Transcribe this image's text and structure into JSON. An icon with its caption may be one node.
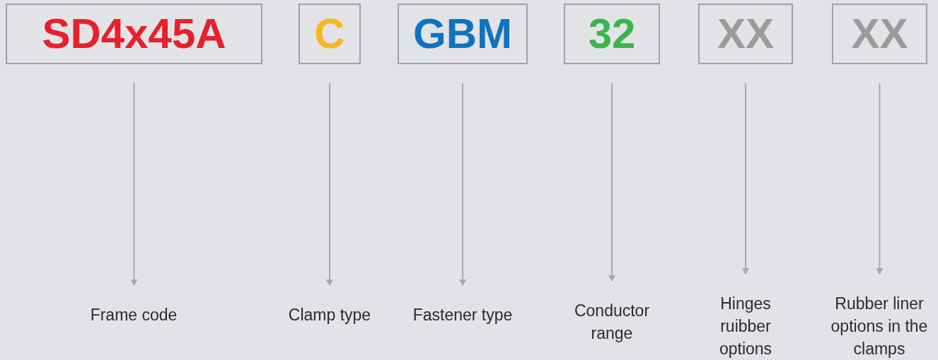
{
  "diagram": {
    "nodes": [
      {
        "text": [
          "SD4x45A"
        ]
      },
      {
        "text": [
          "C"
        ]
      },
      {
        "text": [
          "GBM"
        ]
      },
      {
        "text": [
          "32"
        ]
      },
      {
        "text": [
          "XX"
        ]
      },
      {
        "text": [
          "XX"
        ]
      },
      {
        "text": [
          "Frame code"
        ]
      },
      {
        "text": [
          "Clamp type"
        ]
      },
      {
        "text": [
          "Fastener type"
        ]
      },
      {
        "text": [
          "Conductor range"
        ]
      },
      {
        "text": [
          "Hinges ruibber options"
        ]
      },
      {
        "text": [
          "Rubber liner options in the clamps"
        ]
      }
    ],
    "edges": [
      {
        "from": 0,
        "to": 6,
        "arrow": "to"
      },
      {
        "from": 1,
        "to": 7,
        "arrow": "to"
      },
      {
        "from": 2,
        "to": 8,
        "arrow": "to"
      },
      {
        "from": 3,
        "to": 9,
        "arrow": "to"
      },
      {
        "from": 4,
        "to": 10,
        "arrow": "to"
      },
      {
        "from": 5,
        "to": 11,
        "arrow": "to"
      }
    ]
  }
}
